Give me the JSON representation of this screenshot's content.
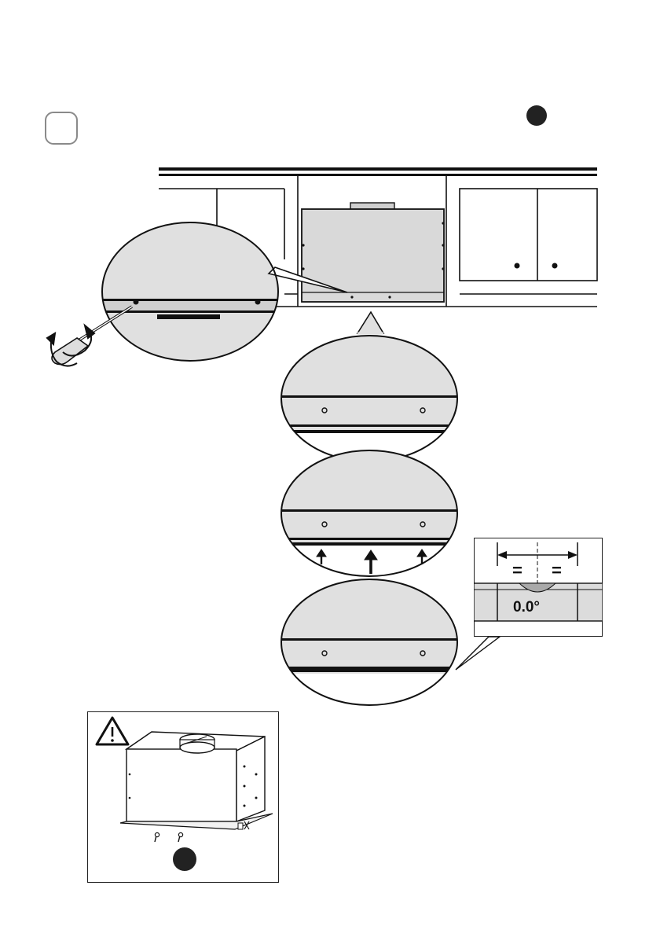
{
  "figure": {
    "step_label": "",
    "level_tool": {
      "reading": "0.0°",
      "left_symbol": "=",
      "right_symbol": "="
    },
    "colors": {
      "ink": "#111111",
      "panel_fill": "#d9d9d9",
      "wall_fill": "#e6e6e6",
      "magnifier_fill": "#e0e0e0",
      "white": "#ffffff"
    },
    "icons": [
      "screwdriver-icon",
      "rotation-arrow-icon",
      "warning-triangle-icon",
      "up-arrow-icon",
      "reference-dot-icon"
    ],
    "views": [
      "cabinet-installation-overview",
      "screw-detail-magnifier",
      "gap-before-adjustment",
      "raising-hood",
      "hood-flush-with-cabinet",
      "spirit-level-check",
      "hood-unit-warning"
    ]
  }
}
